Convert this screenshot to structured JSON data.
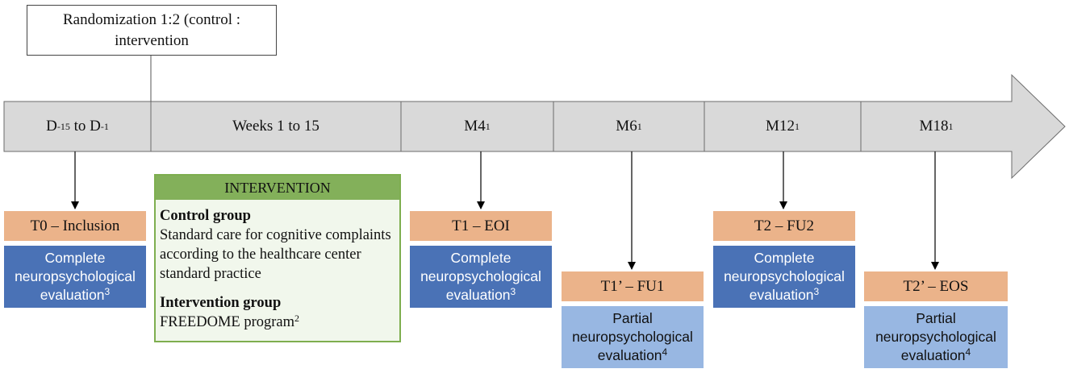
{
  "randomization": "Randomization 1:2 (control : intervention",
  "timeline": {
    "segments": [
      {
        "base": "D",
        "sub1": "-15",
        "mid": " to D",
        "sub2": "-1"
      },
      {
        "text": "Weeks 1 to 15"
      },
      {
        "text": "M4",
        "sup": "1"
      },
      {
        "text": "M6",
        "sup": "1"
      },
      {
        "text": "M12",
        "sup": "1"
      },
      {
        "text": "M18",
        "sup": "1"
      }
    ]
  },
  "visits": [
    {
      "label": "T0 – Inclusion",
      "eval_line1": "Complete",
      "eval_line2": "neuropsychological",
      "eval_line3": "evaluation",
      "eval_sup": "3"
    },
    {
      "label": "T1 – EOI",
      "eval_line1": "Complete",
      "eval_line2": "neuropsychological",
      "eval_line3": "evaluation",
      "eval_sup": "3"
    },
    {
      "label": "T1’ – FU1",
      "eval_line1": "Partial",
      "eval_line2": "neuropsychological",
      "eval_line3": "evaluation",
      "eval_sup": "4"
    },
    {
      "label": "T2 – FU2",
      "eval_line1": "Complete",
      "eval_line2": "neuropsychological",
      "eval_line3": "evaluation",
      "eval_sup": "3"
    },
    {
      "label": "T2’ – EOS",
      "eval_line1": "Partial",
      "eval_line2": "neuropsychological",
      "eval_line3": "evaluation",
      "eval_sup": "4"
    }
  ],
  "intervention": {
    "header": "INTERVENTION",
    "control_title": "Control group",
    "control_text": "Standard care for cognitive complaints according to the healthcare center standard practice",
    "intervention_title": "Intervention group",
    "intervention_text": "FREEDOME program",
    "intervention_sup": "2"
  },
  "colors": {
    "timeline": "#d9d9d9",
    "visit_label": "#ebb38a",
    "complete_eval": "#4a72b6",
    "partial_eval": "#98b7e2",
    "intervention_header": "#83b05a",
    "intervention_border": "#7eae4f"
  }
}
